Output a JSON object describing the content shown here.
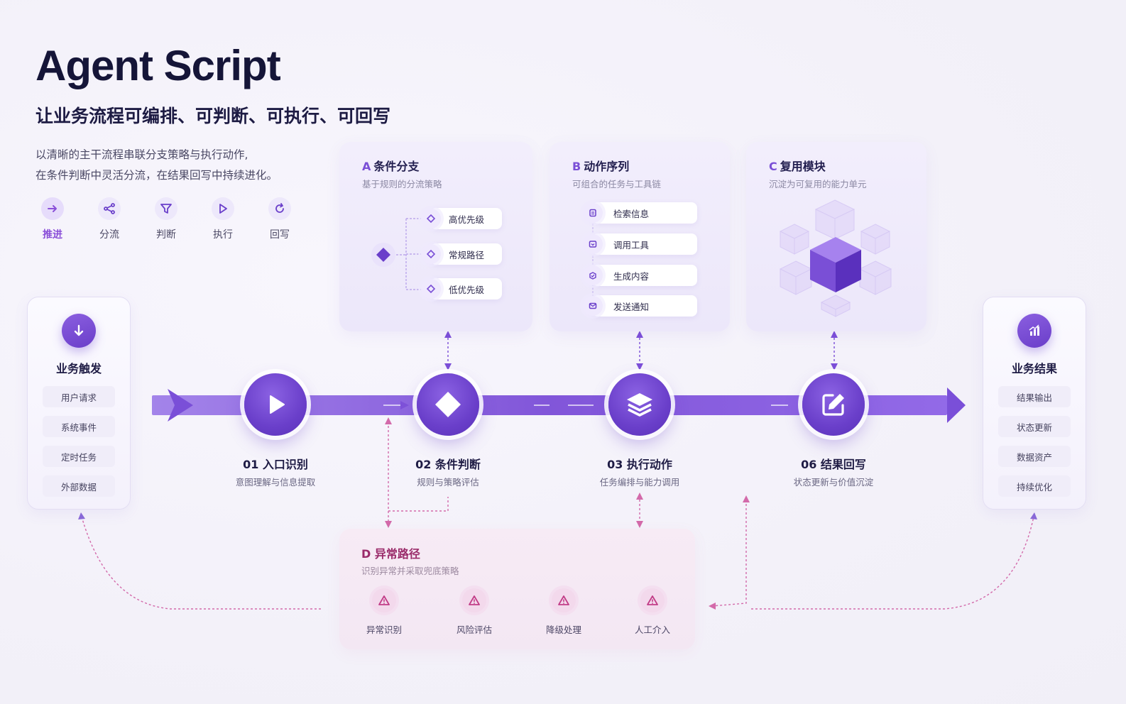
{
  "header": {
    "title": "Agent Script",
    "subtitle": "让业务流程可编排、可判断、可执行、可回写",
    "desc_line1": "以清晰的主干流程串联分支策略与执行动作,",
    "desc_line2": "在条件判断中灵活分流，在结果回写中持续进化。"
  },
  "legend": [
    {
      "label": "推进",
      "icon": "arrow-right-icon",
      "active": true
    },
    {
      "label": "分流",
      "icon": "branch-icon",
      "active": false
    },
    {
      "label": "判断",
      "icon": "filter-icon",
      "active": false
    },
    {
      "label": "执行",
      "icon": "play-icon",
      "active": false
    },
    {
      "label": "回写",
      "icon": "refresh-icon",
      "active": false
    }
  ],
  "trigger": {
    "title": "业务触发",
    "icon": "arrow-down-icon",
    "items": [
      "用户请求",
      "系统事件",
      "定时任务",
      "外部数据"
    ]
  },
  "result": {
    "title": "业务结果",
    "icon": "bar-chart-icon",
    "items": [
      "结果输出",
      "状态更新",
      "数据资产",
      "持续优化"
    ]
  },
  "panels": {
    "a": {
      "tag": "A",
      "title": "条件分支",
      "sub": "基于规则的分流策略",
      "items": [
        "高优先级",
        "常规路径",
        "低优先级"
      ]
    },
    "b": {
      "tag": "B",
      "title": "动作序列",
      "sub": "可组合的任务与工具链",
      "items": [
        "检索信息",
        "调用工具",
        "生成内容",
        "发送通知"
      ]
    },
    "c": {
      "tag": "C",
      "title": "复用模块",
      "sub": "沉淀为可复用的能力单元"
    }
  },
  "nodes": [
    {
      "label": "01 入口识别",
      "sub": "意图理解与信息提取",
      "icon": "play-icon"
    },
    {
      "label": "02 条件判断",
      "sub": "规则与策略评估",
      "icon": "diamond-icon"
    },
    {
      "label": "03 执行动作",
      "sub": "任务编排与能力调用",
      "icon": "layers-icon"
    },
    {
      "label": "06 结果回写",
      "sub": "状态更新与价值沉淀",
      "icon": "edit-icon"
    }
  ],
  "exception": {
    "tag": "D",
    "title": "异常路径",
    "sub": "识别异常并采取兜底策略",
    "steps": [
      "异常识别",
      "风险评估",
      "降级处理",
      "人工介入"
    ]
  },
  "colors": {
    "primary": "#6a3fca",
    "accent": "#8a4fd8",
    "exception": "#c23c87",
    "title": "#151538"
  }
}
